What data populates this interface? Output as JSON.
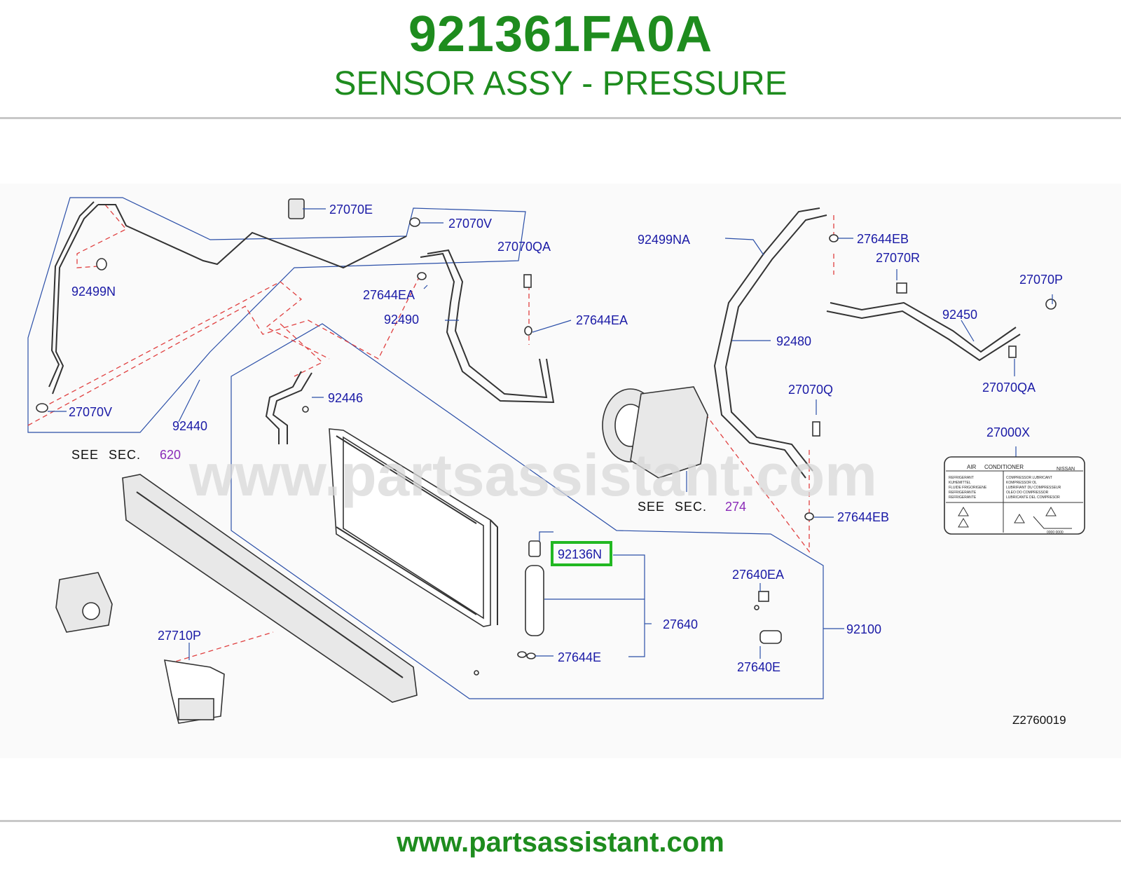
{
  "header": {
    "part_number": "921361FA0A",
    "part_name": "SENSOR ASSY - PRESSURE"
  },
  "watermark": "www.partsassistant.com",
  "footer": {
    "url": "www.partsassistant.com"
  },
  "colors": {
    "brand_green": "#1e8c1e",
    "callout_blue": "#1a1aa6",
    "section_purple": "#8a2bb8",
    "highlight_green": "#22b822"
  },
  "callouts": {
    "c27070E": "27070E",
    "c27070V_top": "27070V",
    "c92499N": "92499N",
    "c27644EA_left": "27644EA",
    "c92490": "92490",
    "c27070QA_mid": "27070QA",
    "c27644EA_right": "27644EA",
    "c92446": "92446",
    "c27070V_bottom": "27070V",
    "c92440": "92440",
    "c92499NA": "92499NA",
    "c27644EB_top": "27644EB",
    "c27070R": "27070R",
    "c27070P": "27070P",
    "c92450": "92450",
    "c92480": "92480",
    "c27070QA_right": "27070QA",
    "c27070Q": "27070Q",
    "c27000X": "27000X",
    "c27644EB_bottom": "27644EB",
    "c92136N": "92136N",
    "c27640": "27640",
    "c27644E": "27644E",
    "c27640EA": "27640EA",
    "c27640E": "27640E",
    "c92100": "92100",
    "c27710P": "27710P"
  },
  "section_refs": {
    "left": {
      "see": "SEE",
      "sec": "SEC.",
      "number": "620"
    },
    "right": {
      "see": "SEE",
      "sec": "SEC.",
      "number": "274"
    }
  },
  "figure_code": "Z2760019",
  "ac_label": {
    "title_left": "AIR",
    "title_mid": "CONDITIONER",
    "brand": "NISSAN",
    "left_lines": [
      "REFRIGERANT",
      "KUHEMITTEL",
      "FLUIDE    FRIGORIGENE",
      "REFRIGERANTE",
      "REFRIGERANTE"
    ],
    "right_lines": [
      "COMPRESSOR    LUBRICANT",
      "KOMPRESSOR    OL",
      "LUBRIFIANT    DU    COMPRESSEUR",
      "OLEO    DO    COMPRESSOR",
      "LUBRICANTE    DEL    COMPRESOR"
    ],
    "code": "0000    0000"
  }
}
